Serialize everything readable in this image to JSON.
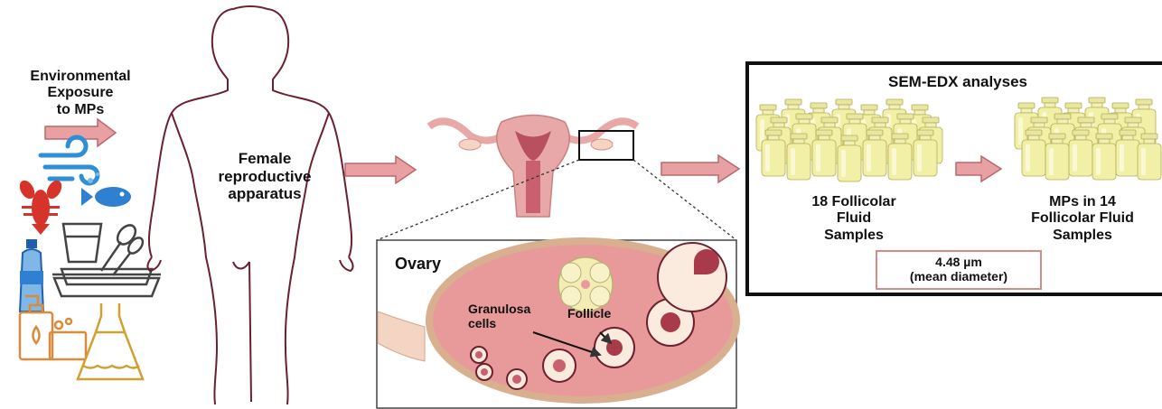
{
  "left": {
    "title_lines": [
      "Environmental",
      "Exposure",
      "to MPs"
    ],
    "icons": [
      "wind-icon",
      "crayfish-icon",
      "fish-icon",
      "cup-icon",
      "spoon-icon",
      "water-bottle-icon",
      "food-container-icon",
      "soap-dispenser-icon",
      "dress-icon"
    ]
  },
  "body": {
    "label_lines": [
      "Female",
      "reproductive",
      "apparatus"
    ]
  },
  "ovary": {
    "title": "Ovary",
    "granulosa_lines": [
      "Granulosa",
      "cells"
    ],
    "follicle": "Follicle"
  },
  "sem": {
    "title": "SEM-EDX analyses",
    "left_lines": [
      "18 Follicolar",
      "Fluid",
      "Samples"
    ],
    "right_lines": [
      "MPs in 14",
      "Follicolar Fluid",
      "Samples"
    ],
    "measure_value": "4.48 µm",
    "measure_label": "(mean diameter)"
  },
  "colors": {
    "arrow": "#e8a0a2",
    "arrow_stroke": "#b8696d",
    "uterus": "#e8a8a8",
    "ovary_bg": "#e89a9a",
    "outline": "#6b2030",
    "vial_fill": "#f2f0a6",
    "box_border": "#111111",
    "measure_border": "#d88a8a"
  }
}
